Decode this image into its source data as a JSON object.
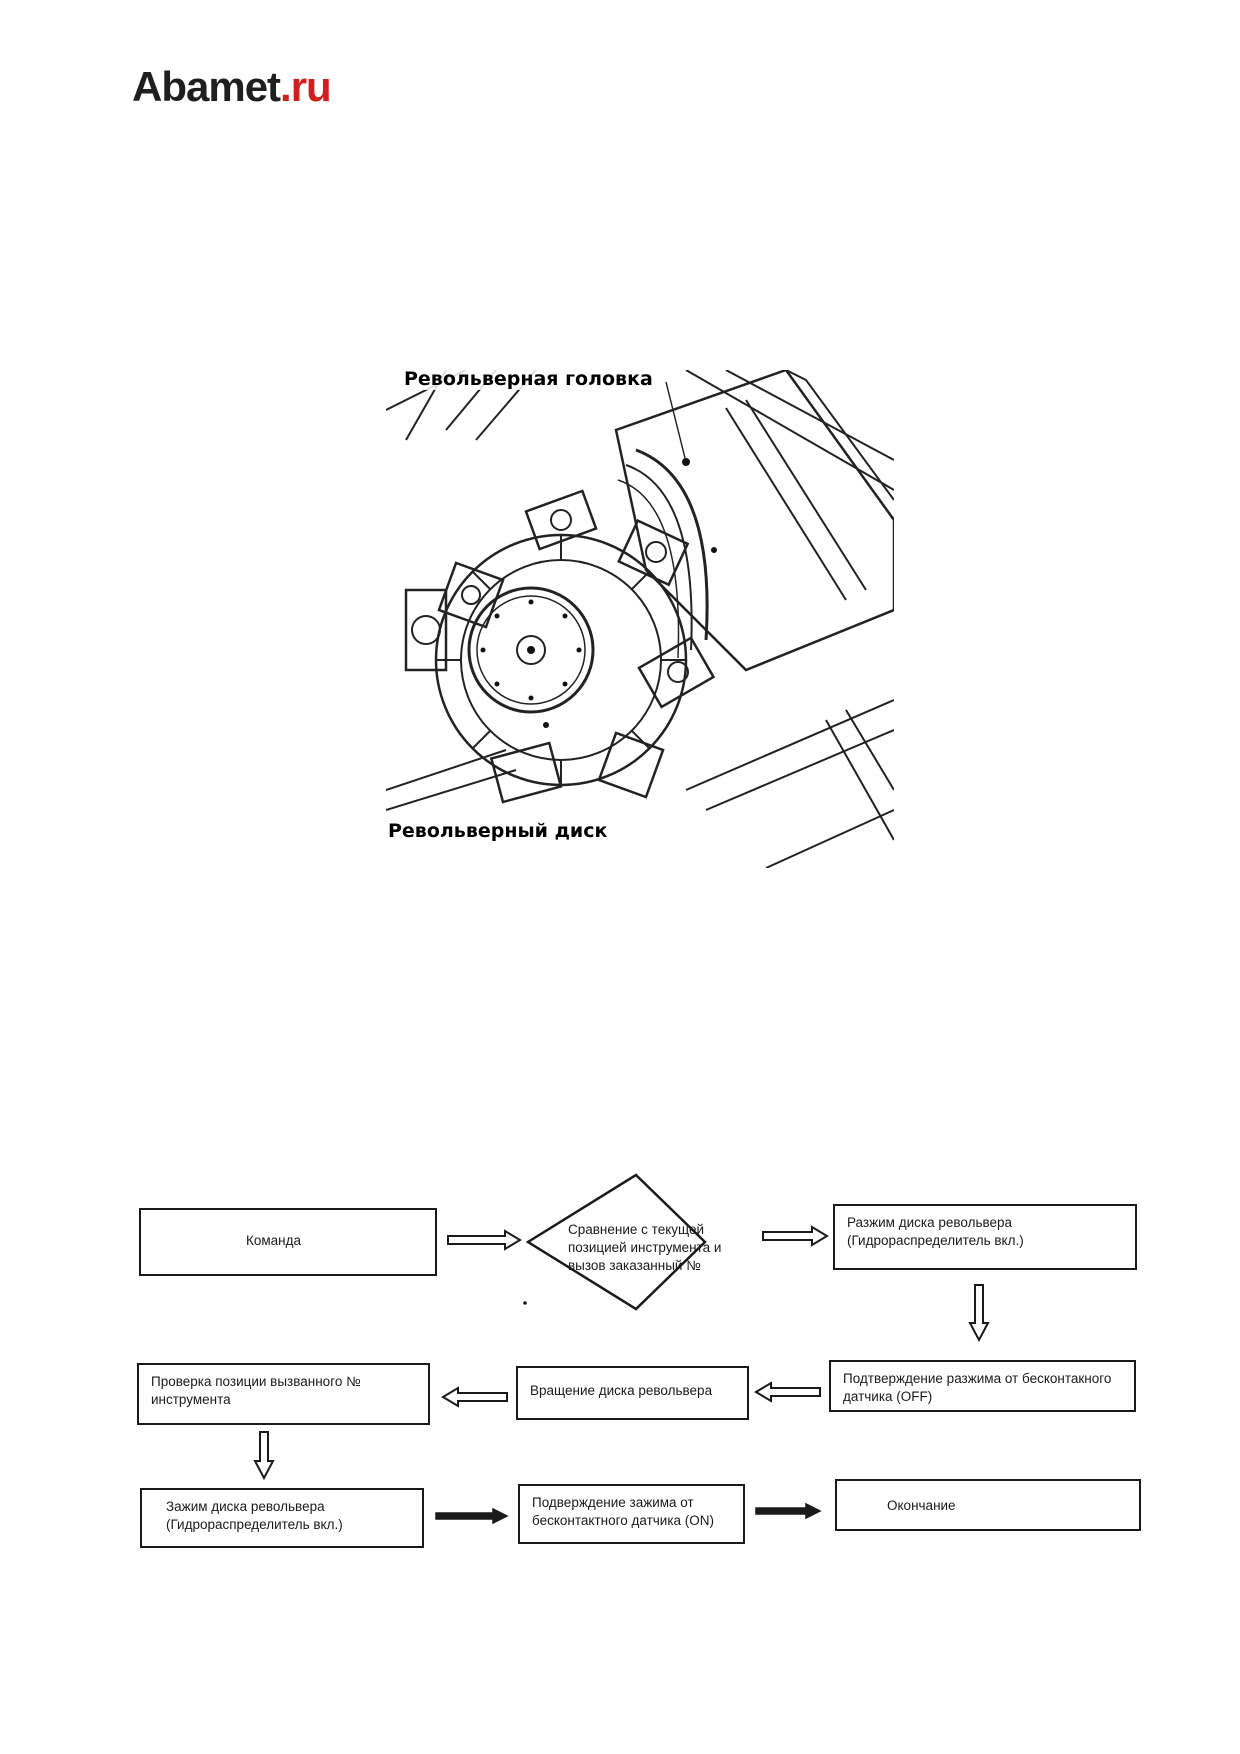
{
  "logo": {
    "part1": "Abamet",
    "part2": ".ru"
  },
  "figure": {
    "label_head": "Револьверная головка",
    "label_disc": "Револьверный диск"
  },
  "flowchart": {
    "command": "Команда",
    "compare": "Сравнение с текущей позицией инструмента и вызов заказанный №",
    "unclamp": "Разжим диска револьвера (Гидрораспределитель вкл.)",
    "confirm_unclamp": "Подтверждение разжима  от бесконтакного датчика (OFF)",
    "rotate": "Вращение диска револьвера",
    "check_position": "Проверка позиции вызванного № инструмента",
    "clamp": "Зажим диска револьвера (Гидрораспределитель вкл.)",
    "confirm_clamp": "Подверждение зажима от бесконтактного датчика (ON)",
    "end": "Окончание"
  }
}
